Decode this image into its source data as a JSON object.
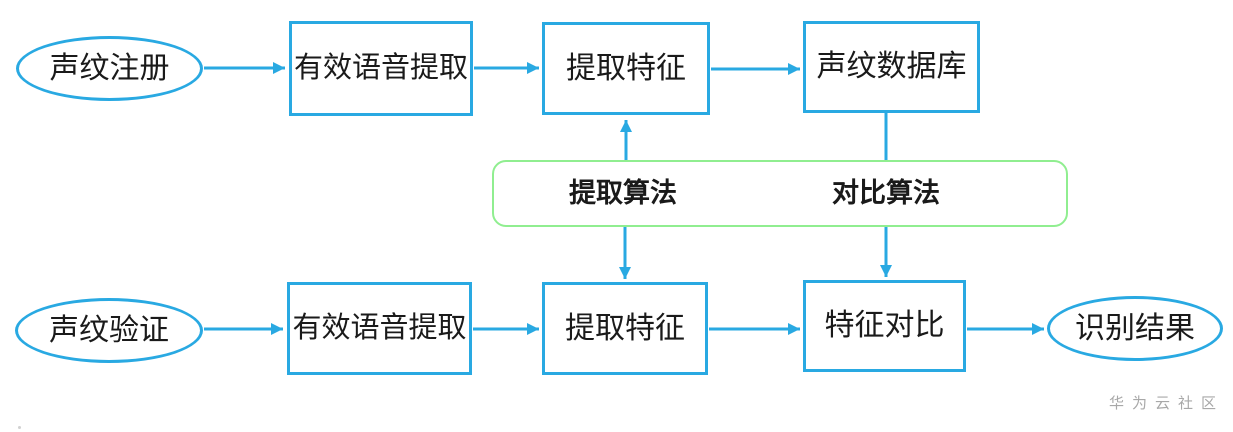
{
  "theme": {
    "line_color": "#29a9e2",
    "algorithm_border_color": "#90ee90",
    "node_fill": "#ffffff",
    "text_color": "#1a1a1a",
    "watermark_color": "#a8a8a8"
  },
  "nodes": {
    "register": {
      "label": "声纹注册"
    },
    "top_speech_extract": {
      "label": "有效语音提取"
    },
    "top_feature_extract": {
      "label": "提取特征"
    },
    "voiceprint_db": {
      "label": "声纹数据库"
    },
    "extract_algorithm": {
      "label": "提取算法"
    },
    "compare_algorithm": {
      "label": "对比算法"
    },
    "verify": {
      "label": "声纹验证"
    },
    "bottom_speech_extract": {
      "label": "有效语音提取"
    },
    "bottom_feature_extract": {
      "label": "提取特征"
    },
    "feature_compare": {
      "label": "特征对比"
    },
    "result": {
      "label": "识别结果"
    }
  },
  "watermark": {
    "text": "华为云社区"
  }
}
